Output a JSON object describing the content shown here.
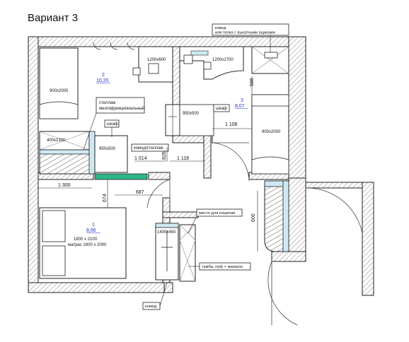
{
  "title": "Вариант 3",
  "colors": {
    "wall_hatch": "#9a9a9a",
    "wall_outline": "#222222",
    "furniture_fill": "#ffffff",
    "cabinet_blue": "#cfe9f3",
    "cabinet_teal": "#2fb58c",
    "room_number": "#2430c8",
    "line": "#333333"
  },
  "rooms": [
    {
      "number": "1",
      "area": "8,66"
    },
    {
      "number": "2",
      "area": "10,20"
    },
    {
      "number": "3",
      "area": "8,07"
    }
  ],
  "labels": {
    "top_chest": "комод\nили полка с выкатными ящиками",
    "bed_900_top": "900x2000",
    "bed_900_right": "900x2000",
    "desk_1200x600": "1200x600",
    "desk_1200x1700": "1200x1700",
    "shelving": "стеллаж\nмногофункциональный",
    "wardrobe_1": "шкаф",
    "wardrobe_2": "шкаф",
    "wardrobe_950_a": "950x500",
    "wardrobe_950_b": "950x500",
    "chest_400": "400x1300",
    "chest_shelving": "комод/стеллаж",
    "cat_place": "место для кошечки",
    "cabinet_1400": "1400x450",
    "double_bed": "1800 x 2100\nматрас 1600 x 2000",
    "nightstand": "тумба, пуф + зеркало",
    "chest_bottom": "комод"
  },
  "dimensions": {
    "d586": "586",
    "d1106": "1 106",
    "d1014": "1 014",
    "d826": "826",
    "d1118": "1 118",
    "d1300": "1 300",
    "d687": "687",
    "d674": "674",
    "d600": "600"
  }
}
